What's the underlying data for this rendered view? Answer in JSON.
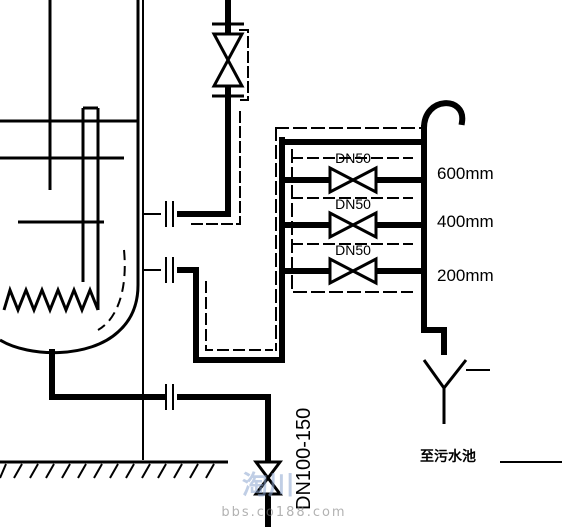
{
  "valves": {
    "size_label_top": "DN50",
    "size_label_mid": "DN50",
    "size_label_bot": "DN50"
  },
  "levels": {
    "top": "600mm",
    "mid": "400mm",
    "bottom": "200mm"
  },
  "pipe_spec": "DN100-150",
  "drain_label": "至污水池",
  "watermark": {
    "logo_text": "淘川",
    "site_text": "bbs.co188.com"
  }
}
